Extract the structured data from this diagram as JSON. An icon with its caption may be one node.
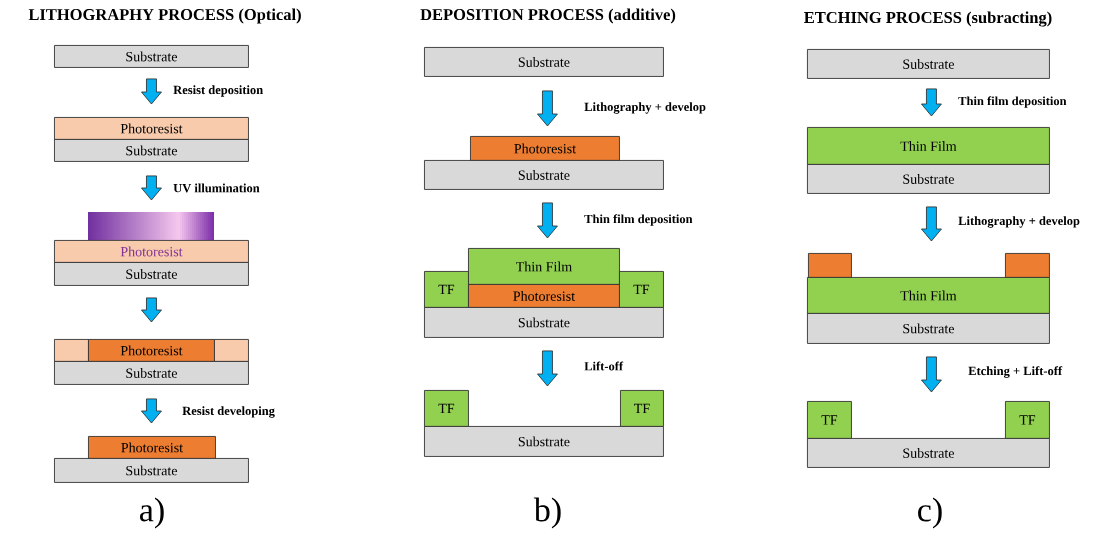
{
  "diagram": {
    "nodes": [
      {
        "text": [
          "Substrate"
        ]
      },
      {
        "text": [
          "Photoresist"
        ]
      },
      {
        "text": [
          "Substrate"
        ]
      },
      {
        "text": [
          "Photoresist"
        ]
      },
      {
        "text": [
          "Substrate"
        ]
      },
      {
        "text": [],
        "shape": "box"
      },
      {
        "text": [
          "Photoresist"
        ]
      },
      {
        "text": [],
        "shape": "box"
      },
      {
        "text": [
          "Substrate"
        ]
      },
      {
        "text": [
          "Photoresist"
        ]
      },
      {
        "text": [
          "Substrate"
        ]
      },
      {
        "text": [
          "Substrate"
        ]
      },
      {
        "text": [
          "Photoresist"
        ]
      },
      {
        "text": [
          "Substrate"
        ]
      },
      {
        "text": [
          "Thin Film"
        ]
      },
      {
        "text": [
          "TF"
        ]
      },
      {
        "text": [
          "Photoresist"
        ]
      },
      {
        "text": [
          "TF"
        ]
      },
      {
        "text": [
          "Substrate"
        ]
      },
      {
        "text": [
          "TF"
        ]
      },
      {
        "text": [
          "TF"
        ]
      },
      {
        "text": [
          "Substrate"
        ]
      },
      {
        "text": [
          "Substrate"
        ]
      },
      {
        "text": [
          "Thin Film"
        ]
      },
      {
        "text": [
          "Substrate"
        ]
      },
      {
        "text": [],
        "shape": "box"
      },
      {
        "text": [],
        "shape": "box"
      },
      {
        "text": [
          "Thin Film"
        ]
      },
      {
        "text": [
          "Substrate"
        ]
      },
      {
        "text": [
          "TF"
        ]
      },
      {
        "text": [
          "TF"
        ]
      },
      {
        "text": [
          "Substrate"
        ]
      }
    ],
    "edges": [
      {
        "from": 0,
        "to": 1,
        "arrow": "to",
        "label": "Resist deposition"
      },
      {
        "from": 2,
        "to": 3,
        "arrow": "to",
        "label": "UV illumination"
      },
      {
        "from": 4,
        "to": 6,
        "arrow": "to"
      },
      {
        "from": 8,
        "to": 9,
        "arrow": "to",
        "label": "Resist developing"
      },
      {
        "from": 11,
        "to": 12,
        "arrow": "to",
        "label": "Lithography + develop"
      },
      {
        "from": 13,
        "to": 14,
        "arrow": "to",
        "label": "Thin film deposition"
      },
      {
        "from": 18,
        "to": 21,
        "arrow": "to",
        "label": "Lift-off"
      },
      {
        "from": 22,
        "to": 23,
        "arrow": "to",
        "label": "Thin film deposition"
      },
      {
        "from": 24,
        "to": 27,
        "arrow": "to",
        "label": "Lithography + develop"
      },
      {
        "from": 28,
        "to": 31,
        "arrow": "to",
        "label": "Etching + Lift-off"
      }
    ],
    "labels": [
      "LITHOGRAPHY PROCESS (Optical)",
      "DEPOSITION PROCESS (additive)",
      "ETCHING PROCESS (subracting)",
      "a)",
      "b)",
      "c)"
    ]
  }
}
